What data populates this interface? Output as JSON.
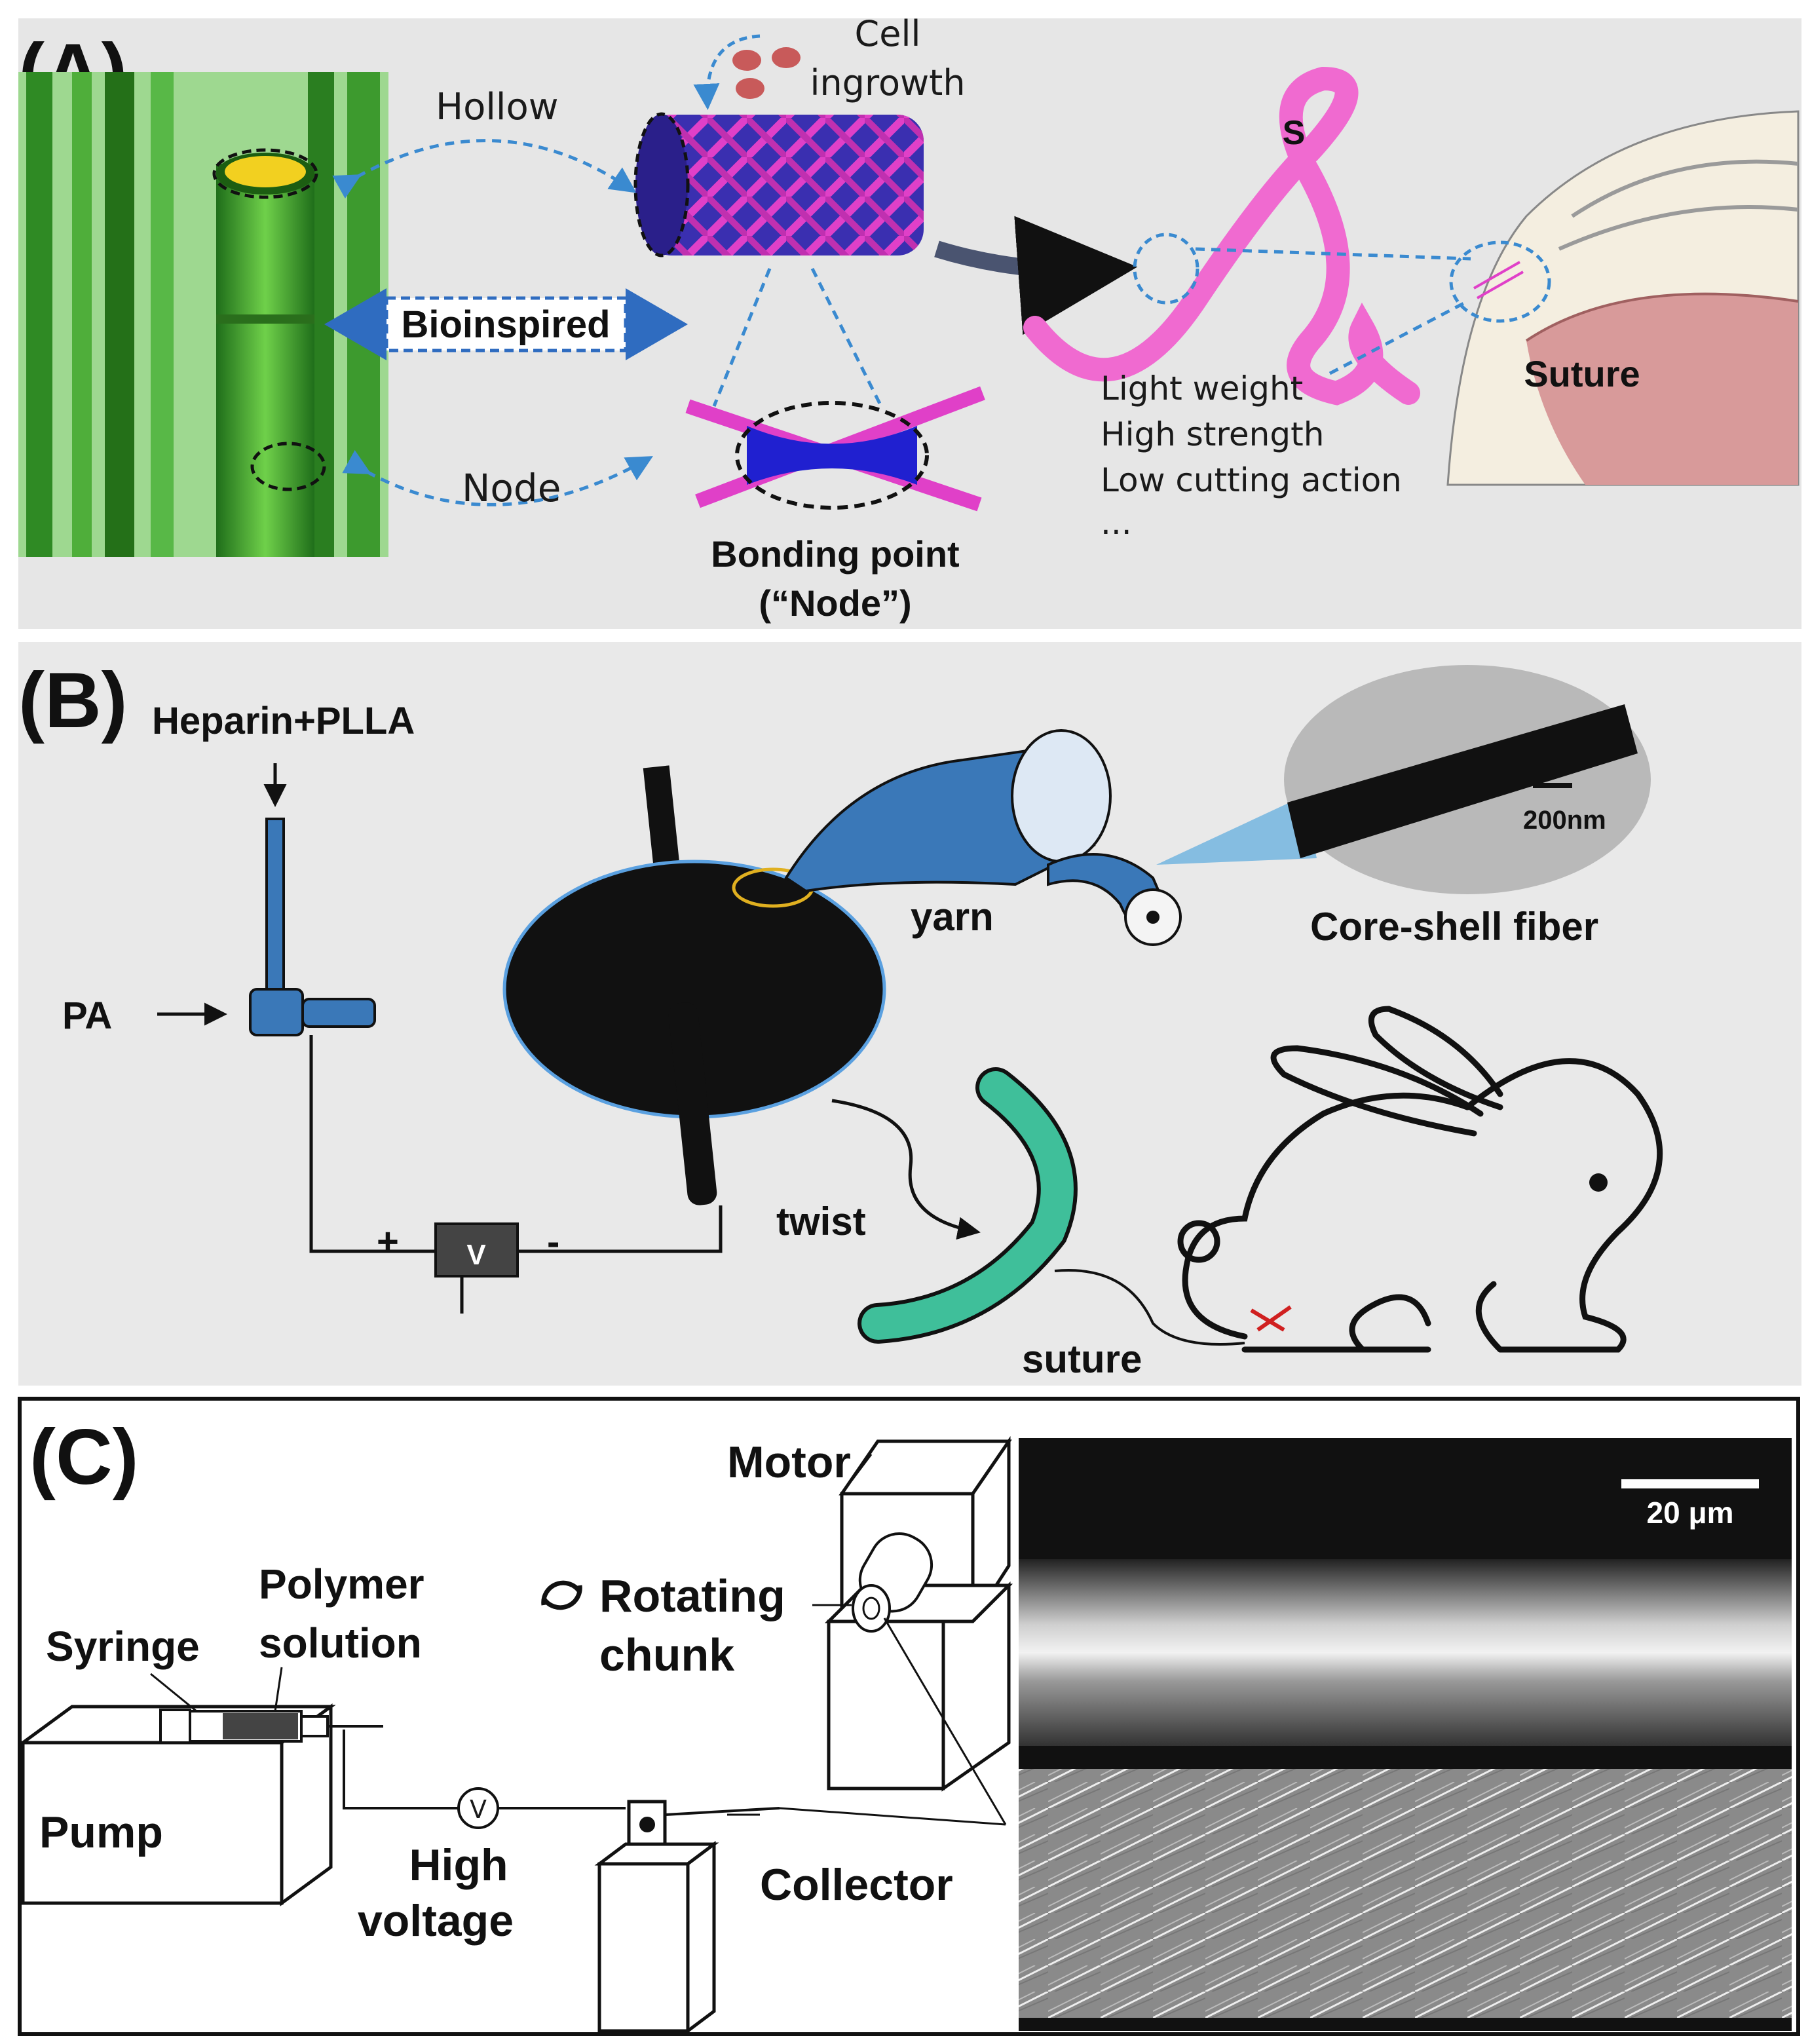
{
  "panels": {
    "a": {
      "letter": "(A)",
      "labels": {
        "cell_ingrowth_1": "Cell",
        "cell_ingrowth_2": "ingrowth",
        "hollow": "Hollow",
        "bioinspired": "Bioinspired",
        "node": "Node",
        "s_mark": "S",
        "bonding_point_1": "Bonding point",
        "bonding_point_2": "(“Node”)",
        "suture": "Suture",
        "properties": [
          "Light weight",
          "High strength",
          "Low cutting action",
          "..."
        ]
      },
      "colors": {
        "bamboo": "#3d9a2e",
        "magenta": "#e040c8",
        "blue_fiber": "#3a2fb0",
        "dashed": "#3a8ad0",
        "pink_suture": "#f06ad0"
      }
    },
    "b": {
      "letter": "(B)",
      "labels": {
        "heparin_plla": "Heparin+PLLA",
        "pa": "PA",
        "plus": "+",
        "minus": "-",
        "voltage": "V",
        "yarn": "yarn",
        "core_shell_fiber": "Core-shell fiber",
        "scale_200nm": "200nm",
        "twist": "twist",
        "suture": "suture"
      },
      "colors": {
        "fiber_blue": "#3a78b8",
        "green_suture": "#3fbf9a",
        "disk": "#111111"
      }
    },
    "c": {
      "letter": "(C)",
      "labels": {
        "motor": "Motor",
        "rotating_1": "Rotating",
        "rotating_2": "chunk",
        "polymer_1": "Polymer",
        "polymer_2": "solution",
        "syringe": "Syringe",
        "pump": "Pump",
        "voltage_symbol": "V",
        "high_voltage_1": "High",
        "high_voltage_2": "voltage",
        "collector": "Collector",
        "scale_20um": "20 μm"
      }
    }
  }
}
